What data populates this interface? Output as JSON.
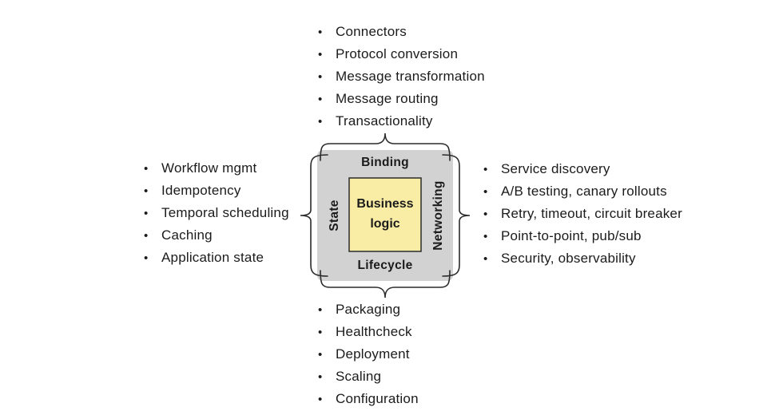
{
  "colors": {
    "background": "#ffffff",
    "box_gray": "#d2d2d2",
    "box_yellow": "#f9eda5",
    "outline": "#2b2b2b",
    "text": "#1b1b1b"
  },
  "bullet": "•",
  "center": {
    "top_label": "Binding",
    "right_label": "Networking",
    "bottom_label": "Lifecycle",
    "left_label": "State",
    "core_line1": "Business",
    "core_line2": "logic"
  },
  "lists": {
    "top": [
      "Connectors",
      "Protocol conversion",
      "Message transformation",
      "Message routing",
      "Transactionality"
    ],
    "right": [
      "Service discovery",
      "A/B testing, canary rollouts",
      "Retry, timeout, circuit breaker",
      "Point-to-point, pub/sub",
      "Security, observability"
    ],
    "bottom": [
      "Packaging",
      "Healthcheck",
      "Deployment",
      "Scaling",
      "Configuration"
    ],
    "left": [
      "Workflow mgmt",
      "Idempotency",
      "Temporal scheduling",
      "Caching",
      "Application state"
    ]
  }
}
